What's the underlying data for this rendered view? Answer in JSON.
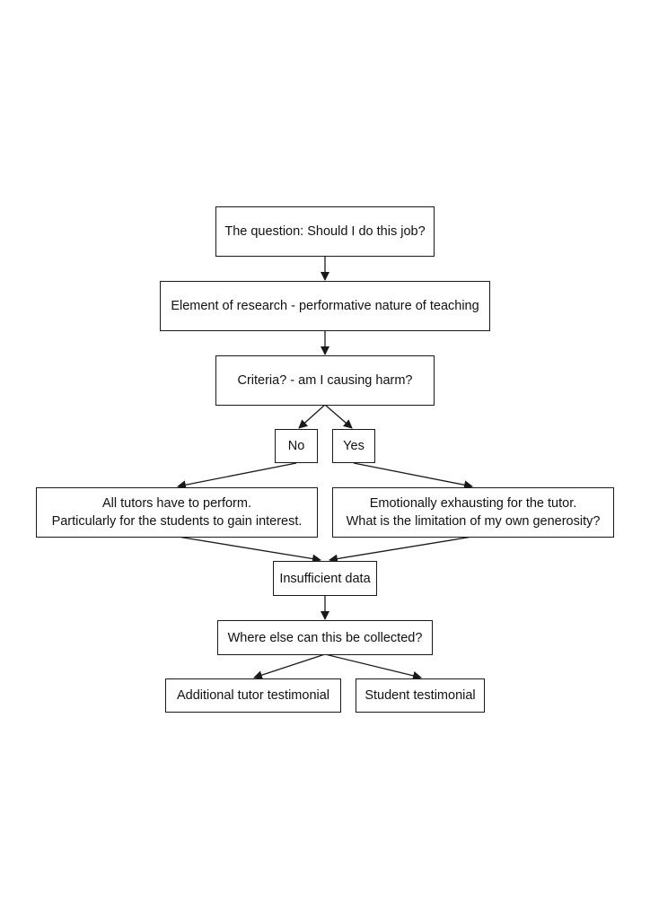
{
  "nodes": {
    "question": "The question: Should I do this job?",
    "research": "Element of research - performative nature of teaching",
    "criteria": "Criteria? - am I causing harm?",
    "no": "No",
    "yes": "Yes",
    "perform": {
      "line1": "All tutors have to perform.",
      "line2": "Particularly for the students to gain interest."
    },
    "exhausting": {
      "line1": "Emotionally exhausting for the tutor.",
      "line2": "What is the limitation of my own generosity?"
    },
    "insufficient": "Insufficient data",
    "where_else": "Where else can this be collected?",
    "additional_tutor": "Additional tutor testimonial",
    "student": "Student testimonial"
  },
  "edges": [
    {
      "from": "question",
      "to": "research"
    },
    {
      "from": "research",
      "to": "criteria"
    },
    {
      "from": "criteria",
      "to": "no"
    },
    {
      "from": "criteria",
      "to": "yes"
    },
    {
      "from": "no",
      "to": "perform"
    },
    {
      "from": "yes",
      "to": "exhausting"
    },
    {
      "from": "perform",
      "to": "insufficient"
    },
    {
      "from": "exhausting",
      "to": "insufficient"
    },
    {
      "from": "insufficient",
      "to": "where_else"
    },
    {
      "from": "where_else",
      "to": "additional_tutor"
    },
    {
      "from": "where_else",
      "to": "student"
    }
  ]
}
